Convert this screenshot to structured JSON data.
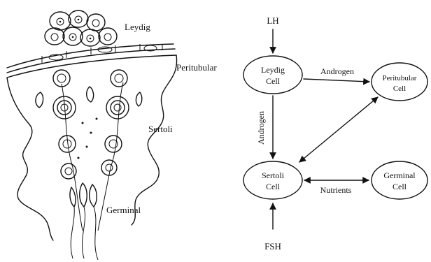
{
  "illustration": {
    "labels": {
      "leydig": "Leydig",
      "peritubular": "Peritubular",
      "sertoli": "Sertoli",
      "germinal": "Germinal"
    }
  },
  "diagram": {
    "inputs": {
      "lh": "LH",
      "fsh": "FSH"
    },
    "nodes": {
      "leydig": {
        "line1": "Leydig",
        "line2": "Cell"
      },
      "peritubular": {
        "line1": "Peritubular",
        "line2": "Cell"
      },
      "sertoli": {
        "line1": "Sertoli",
        "line2": "Cell"
      },
      "germinal": {
        "line1": "Germinal",
        "line2": "Cell"
      }
    },
    "edges": {
      "leydig_to_peritubular": "Androgen",
      "leydig_to_sertoli": "Androgen",
      "sertoli_germinal": "Nutrients"
    }
  }
}
